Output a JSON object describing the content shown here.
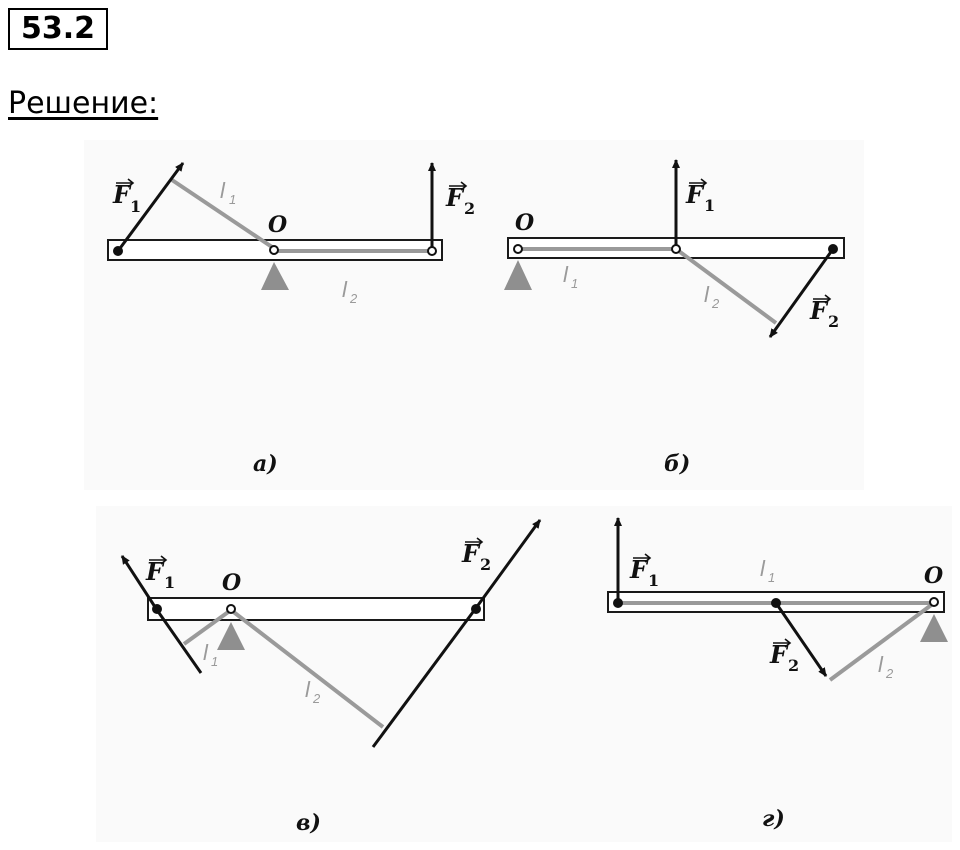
{
  "header": {
    "problem_number": "53.2",
    "solution_label": "Решение:"
  },
  "labels": {
    "force1": "F",
    "force1_sub": "1",
    "force2": "F",
    "force2_sub": "2",
    "pivot": "O",
    "arm1": "l",
    "arm1_sub": "1",
    "arm2": "l",
    "arm2_sub": "2"
  },
  "captions": {
    "a": "а)",
    "b": "б)",
    "v": "в)",
    "g": "г)"
  },
  "colors": {
    "lever": "#1a1a1a",
    "arm_line": "#9a9a9a",
    "support": "#8f8f8f",
    "background": "#fafafa"
  }
}
